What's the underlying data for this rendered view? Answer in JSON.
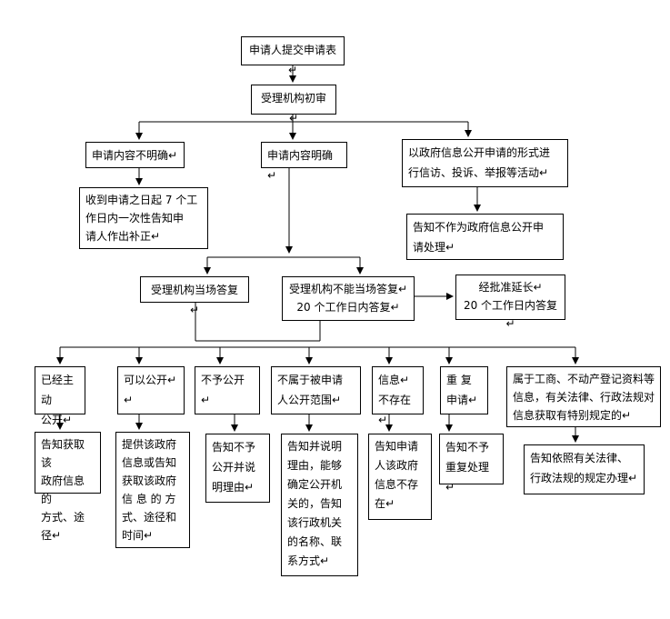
{
  "nodes": {
    "submit": "申请人提交申请表↵",
    "review": "受理机构初审↵",
    "unclear": "申请内容不明确↵",
    "notify_amend": "收到申请之日起 7 个工\n作日内一次性告知申\n请人作出补正↵",
    "clear": "申请内容明确↵",
    "petition": "以政府信息公开申请的形式进\n行信访、投诉、举报等活动↵",
    "not_application": "告知不作为政府信息公开申\n请处理↵",
    "onsite": "受理机构当场答复↵",
    "not_onsite": "受理机构不能当场答复↵\n20 个工作日内答复↵",
    "extend": "经批准延长↵\n20 个工作日内答复↵",
    "published": "已经主动\n公开↵",
    "can_open": "可以公开↵\n↵",
    "no_open": "不予公开↵",
    "not_scope": "不属于被申请\n人公开范围↵",
    "not_exist": "信息↵\n不存在↵",
    "repeat": "重  复\n申请↵",
    "special": "属于工商、不动产登记资料等\n信息，有关法律、行政法规对\n信息获取有特别规定的↵",
    "r_published": "告知获取该\n政府信息的\n方式、途径↵",
    "r_can_open": "提供该政府\n信息或告知\n获取该政府\n信 息 的 方\n式、途径和\n时间↵",
    "r_no_open": "告知不予\n公开并说\n明理由↵",
    "r_not_scope": "告知并说明\n理由，能够\n确定公开机\n关的，告知\n该行政机关\n的名称、联\n系方式↵",
    "r_not_exist": "告知申请\n人该政府\n信息不存\n在↵",
    "r_repeat": "告知不予\n重复处理↵",
    "r_special": "告知依照有关法律、\n行政法规的规定办理↵"
  }
}
